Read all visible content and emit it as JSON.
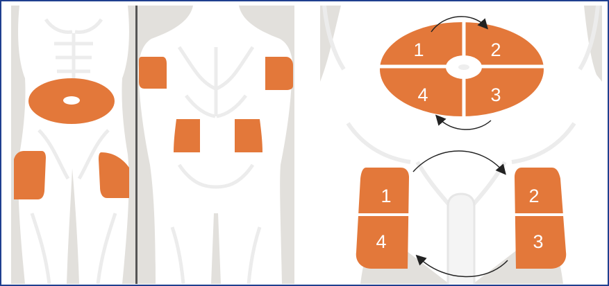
{
  "colors": {
    "zone": "#e3783a",
    "body": "#ffffff",
    "background": "#e2e0dc",
    "muscle_lines": "#eeeeee",
    "arrows": "#333333",
    "border": "#1f3f8f"
  },
  "abdomen_zones": {
    "upper_left": "1",
    "upper_right": "2",
    "lower_right": "3",
    "lower_left": "4"
  },
  "thigh_zones": {
    "left_upper": "1",
    "left_lower": "4",
    "right_upper": "2",
    "right_lower": "3"
  }
}
